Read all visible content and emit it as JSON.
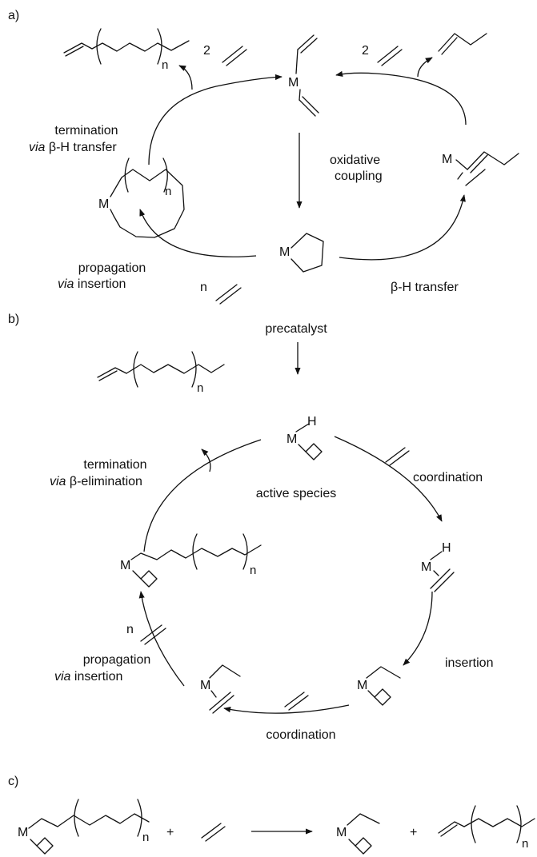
{
  "panels": {
    "a": {
      "label": "a)",
      "coeff_2_left": "2",
      "coeff_2_right": "2",
      "coeff_n": "n",
      "termination_line1": "termination",
      "termination_via": "via",
      "termination_rest": " β-H transfer",
      "oxidative_line1": "oxidative",
      "oxidative_line2": "coupling",
      "propagation_line1": "propagation",
      "propagation_via": "via",
      "propagation_rest": " insertion",
      "beta_h_transfer": "β-H transfer",
      "atom_m": "M",
      "sub_n": "n"
    },
    "b": {
      "label": "b)",
      "precatalyst": "precatalyst",
      "coordination_top": "coordination",
      "active_species": "active species",
      "termination_line1": "termination",
      "termination_via": "via",
      "termination_rest": " β-elimination",
      "insertion": "insertion",
      "coordination_bottom": "coordination",
      "propagation_line1": "propagation",
      "propagation_via": "via",
      "propagation_rest": " insertion",
      "coeff_n": "n",
      "atom_m": "M",
      "atom_h": "H",
      "sub_n": "n"
    },
    "c": {
      "label": "c)",
      "plus": "+",
      "atom_m": "M",
      "sub_n": "n"
    }
  }
}
